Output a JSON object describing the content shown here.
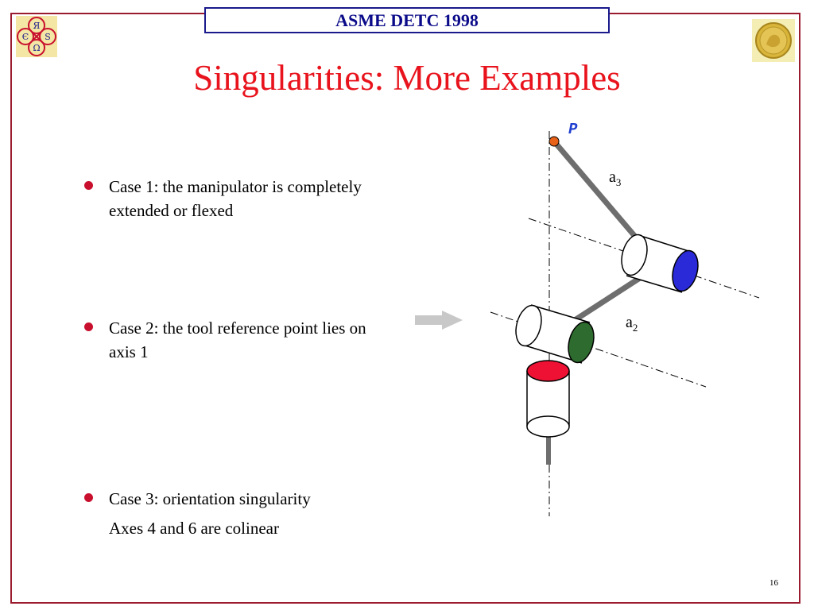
{
  "header": {
    "title": "ASME DETC 1998"
  },
  "slide": {
    "title": "Singularities: More Examples",
    "page_number": "16"
  },
  "bullets": [
    {
      "text": "Case 1:  the manipulator is completely extended or flexed"
    },
    {
      "text": "Case 2: the tool reference point lies on axis 1"
    },
    {
      "text": "Case 3: orientation singularity"
    }
  ],
  "bullet3_extra": "Axes 4 and 6 are colinear",
  "diagram": {
    "point_label": "P",
    "link_a3": {
      "base": "a",
      "sub": "3"
    },
    "link_a2": {
      "base": "a",
      "sub": "2"
    }
  },
  "logos": {
    "left_letters": [
      "Я",
      "S",
      "Ω",
      "Є"
    ],
    "right_icon": "gold-medal-icon"
  },
  "colors": {
    "frame": "#9b1b2e",
    "header_text": "#0b0b8a",
    "title": "#e8131c",
    "bullet_dot": "#c8102e",
    "point_label": "#1f3fd0",
    "joint_blue": "#2a2ad8",
    "joint_green": "#2e6b2e",
    "joint_red": "#ee1133",
    "link_gray": "#6e6e6e"
  }
}
